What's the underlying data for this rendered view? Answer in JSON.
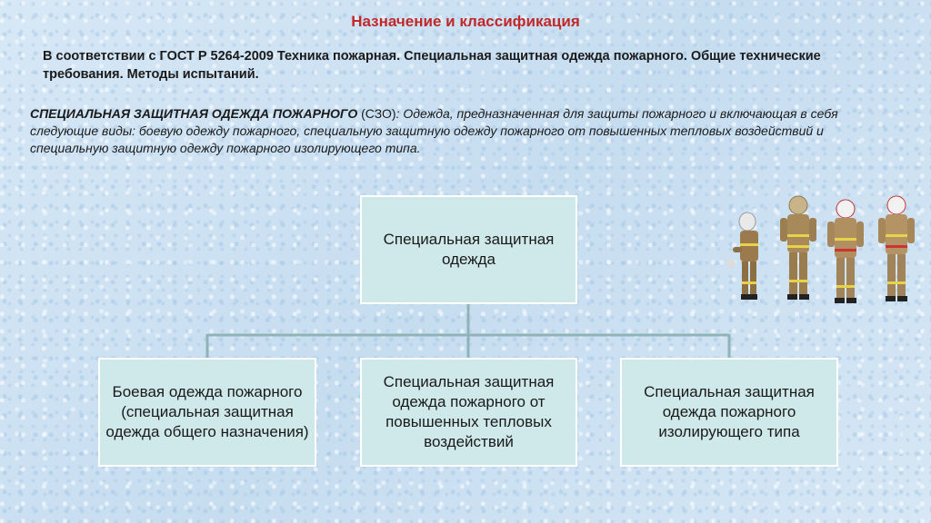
{
  "title": "Назначение и классификация",
  "gost_text": "В соответствии с ГОСТ Р 5264-2009 Техника пожарная. Специальная защитная одежда пожарного. Общие технические требования. Методы испытаний.",
  "definition": {
    "term": "СПЕЦИАЛЬНАЯ ЗАЩИТНАЯ ОДЕЖДА ПОЖАРНОГО",
    "abbr": " (СЗО)",
    "text": ": Одежда, предназначенная для защиты пожарного и включающая в себя следующие виды: боевую одежду пожарного, специальную защитную одежду пожарного от повышенных тепловых воздействий и специальную защитную одежду пожарного изолирующего типа."
  },
  "diagram": {
    "root": "Специальная защитная одежда",
    "children": [
      "Боевая одежда пожарного (специальная защитная одежда общего назначения)",
      "Специальная защитная одежда пожарного от повышенных тепловых воздействий",
      "Специальная защитная одежда пожарного изолирующего типа"
    ]
  },
  "colors": {
    "title": "#c0282a",
    "box_fill": "#cfe8ea",
    "connector": "#8fb3b7"
  }
}
